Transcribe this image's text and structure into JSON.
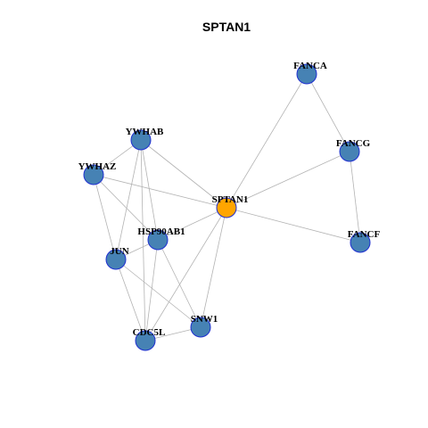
{
  "title": "SPTAN1",
  "colors": {
    "hub_fill": "#FFA500",
    "node_fill": "#4682B4",
    "node_stroke": "#1F2FD1",
    "edge": "#B3B3B3"
  },
  "network": {
    "nodes": [
      {
        "id": "SPTAN1",
        "label": "SPTAN1",
        "hub": true
      },
      {
        "id": "FANCA",
        "label": "FANCA"
      },
      {
        "id": "FANCG",
        "label": "FANCG"
      },
      {
        "id": "FANCF",
        "label": "FANCF"
      },
      {
        "id": "YWHAB",
        "label": "YWHAB"
      },
      {
        "id": "YWHAZ",
        "label": "YWHAZ"
      },
      {
        "id": "HSP90AB1",
        "label": "HSP90AB1"
      },
      {
        "id": "JUN",
        "label": "JUN"
      },
      {
        "id": "SNW1",
        "label": "SNW1"
      },
      {
        "id": "CDC5L",
        "label": "CDC5L"
      }
    ],
    "edges": [
      [
        "SPTAN1",
        "FANCA"
      ],
      [
        "SPTAN1",
        "FANCG"
      ],
      [
        "SPTAN1",
        "FANCF"
      ],
      [
        "SPTAN1",
        "YWHAB"
      ],
      [
        "SPTAN1",
        "YWHAZ"
      ],
      [
        "SPTAN1",
        "HSP90AB1"
      ],
      [
        "SPTAN1",
        "SNW1"
      ],
      [
        "SPTAN1",
        "CDC5L"
      ],
      [
        "FANCA",
        "FANCG"
      ],
      [
        "FANCG",
        "FANCF"
      ],
      [
        "YWHAB",
        "YWHAZ"
      ],
      [
        "YWHAB",
        "HSP90AB1"
      ],
      [
        "YWHAB",
        "JUN"
      ],
      [
        "YWHAB",
        "CDC5L"
      ],
      [
        "YWHAZ",
        "HSP90AB1"
      ],
      [
        "YWHAZ",
        "JUN"
      ],
      [
        "HSP90AB1",
        "JUN"
      ],
      [
        "HSP90AB1",
        "SNW1"
      ],
      [
        "HSP90AB1",
        "CDC5L"
      ],
      [
        "JUN",
        "SNW1"
      ],
      [
        "JUN",
        "CDC5L"
      ],
      [
        "SNW1",
        "CDC5L"
      ]
    ]
  }
}
